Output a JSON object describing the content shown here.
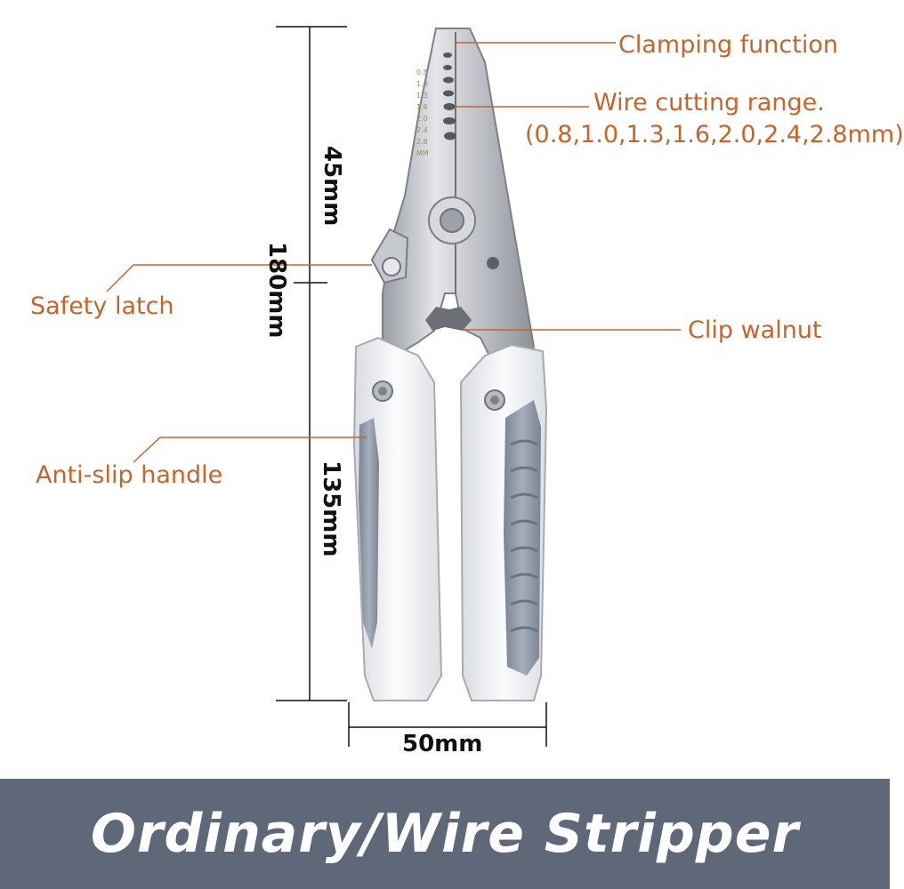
{
  "labels": {
    "clamping": "Clamping function",
    "wire_range_line1": "Wire cutting range.",
    "wire_range_line2": "(0.8,1.0,1.3,1.6,2.0,2.4,2.8mm)",
    "safety_latch": "Safety latch",
    "clip_walnut": "Clip walnut",
    "anti_slip": "Anti-slip handle"
  },
  "dimensions": {
    "total": "180mm",
    "head": "45mm",
    "handle": "135mm",
    "width": "50mm"
  },
  "gauge_marks": [
    "0.8",
    "1.0",
    "1.3",
    "1.6",
    "2.0",
    "2.4",
    "2.8",
    "MM"
  ],
  "banner": {
    "title": "Ordinary/Wire Stripper"
  },
  "colors": {
    "callout_text": "#c8632a",
    "banner_bg": "#5f6878",
    "banner_text": "#ffffff",
    "handle_white": "#f4f5f7",
    "handle_grip": "#8d96a6",
    "steel": "#c9ccd1"
  }
}
